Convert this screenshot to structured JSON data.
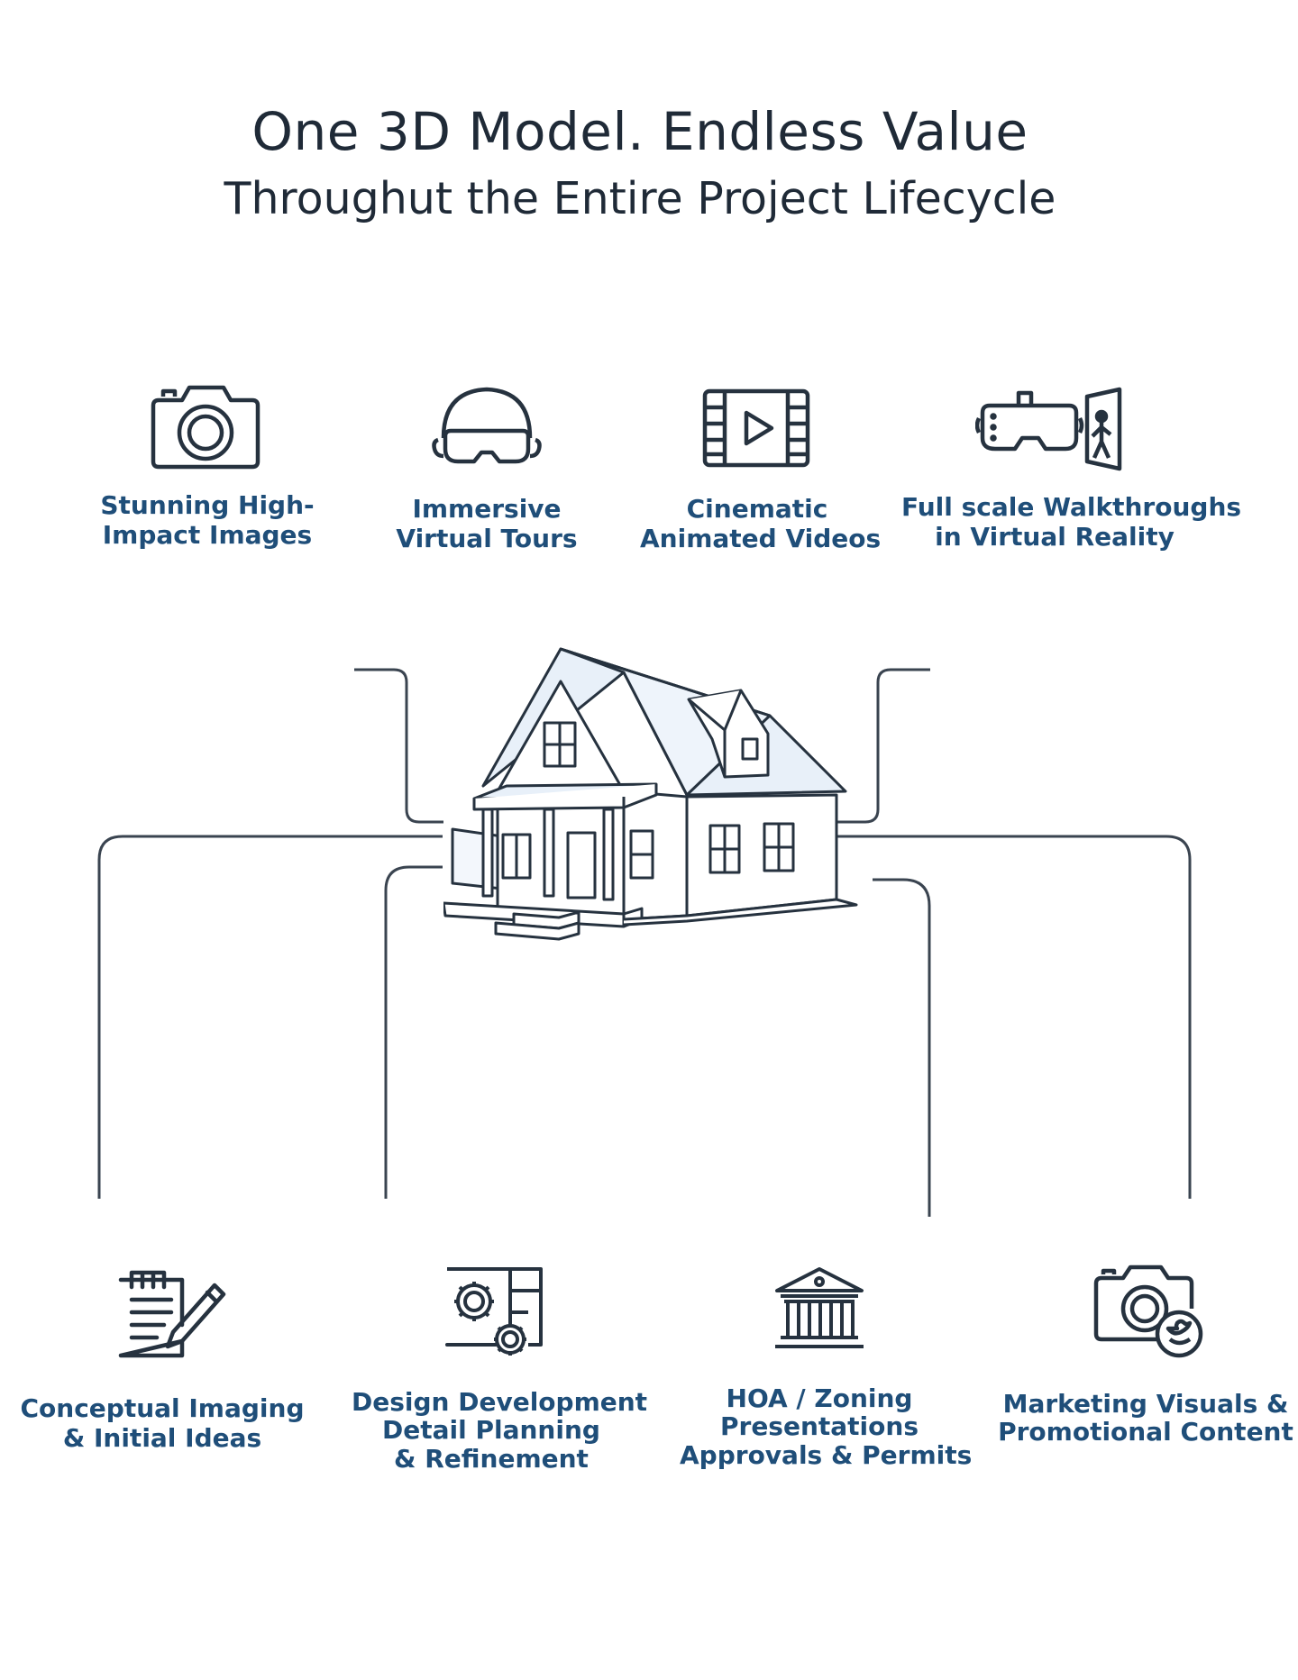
{
  "title": {
    "line1": "One 3D Model. Endless Value",
    "line2": "Throughut the Entire Project Lifecycle"
  },
  "top_items": [
    {
      "icon": "camera-icon",
      "lines": [
        "Stunning High-",
        "Impact Images"
      ]
    },
    {
      "icon": "vr-headset-icon",
      "lines": [
        "Immersive",
        "Virtual Tours"
      ]
    },
    {
      "icon": "video-play-icon",
      "lines": [
        "Cinematic",
        "Animated Videos"
      ]
    },
    {
      "icon": "vr-walkthrough-icon",
      "lines": [
        "Full scale Walkthroughs",
        "in Virtual Reality"
      ]
    }
  ],
  "center": {
    "icon": "house-icon"
  },
  "bottom_items": [
    {
      "icon": "notepad-pencil-icon",
      "lines": [
        "Conceptual Imaging",
        "& Initial Ideas"
      ]
    },
    {
      "icon": "blueprint-gears-icon",
      "lines": [
        "Design Development",
        "Detail Planning",
        "& Refinement"
      ]
    },
    {
      "icon": "government-building-icon",
      "lines": [
        "HOA / Zoning",
        "Presentations",
        "Approvals & Permits"
      ]
    },
    {
      "icon": "camera-social-icon",
      "lines": [
        "Marketing Visuals &",
        "Promotional Content"
      ]
    }
  ],
  "colors": {
    "label": "#1f4e79",
    "title": "#1f2a37",
    "stroke": "#26323f"
  }
}
